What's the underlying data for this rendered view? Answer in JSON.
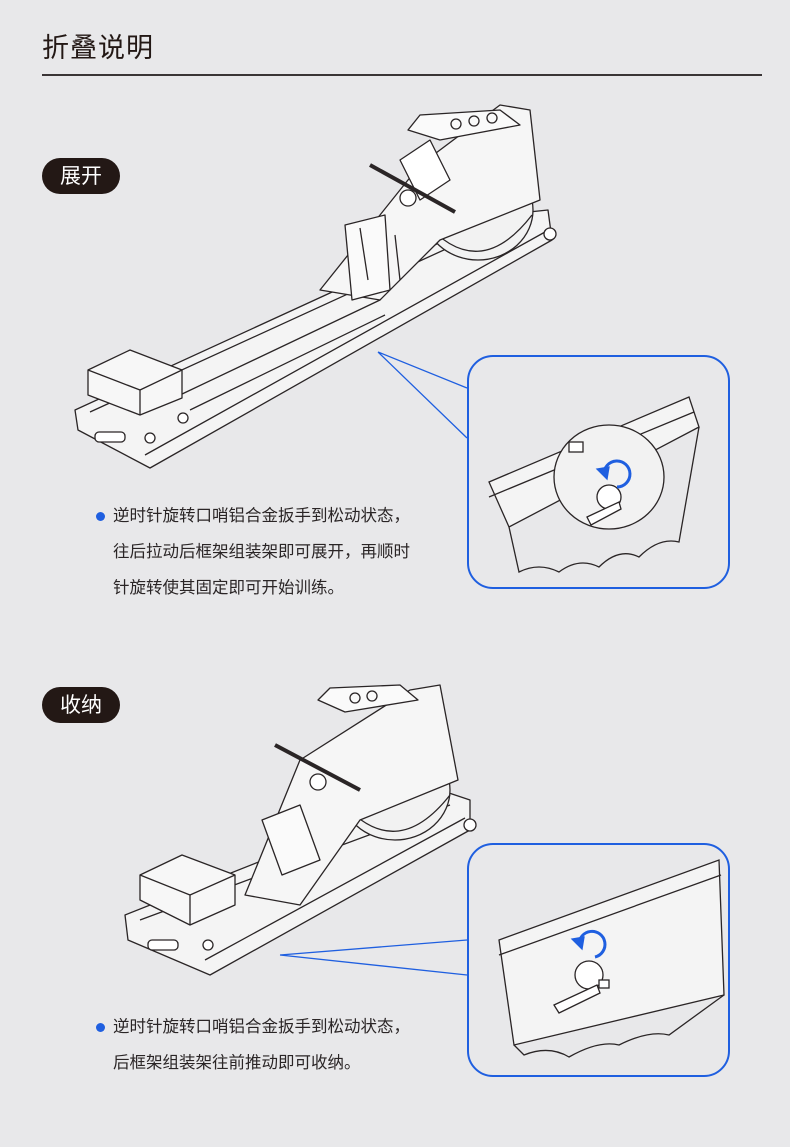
{
  "title": "折叠说明",
  "sections": [
    {
      "label": "展开",
      "lines": [
        "逆时针旋转口哨铝合金扳手到松动状态，",
        "往后拉动后框架组装架即可展开，再顺时",
        "针旋转使其固定即可开始训练。"
      ]
    },
    {
      "label": "收纳",
      "lines": [
        "逆时针旋转口哨铝合金扳手到松动状态，",
        "后框架组装架往前推动即可收纳。"
      ]
    }
  ],
  "colors": {
    "accent": "#1f5fe0",
    "dark": "#231815",
    "background": "#e8e8ea"
  }
}
